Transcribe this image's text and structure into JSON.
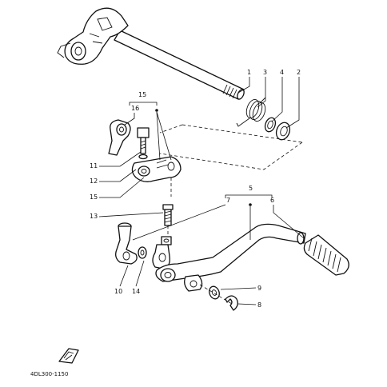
{
  "callouts": {
    "c1": "1",
    "c2": "2",
    "c3": "3",
    "c4": "4",
    "c5": "5",
    "c6": "6",
    "c7": "7",
    "c8": "8",
    "c9": "9",
    "c10": "10",
    "c11": "11",
    "c12": "12",
    "c13": "13",
    "c14": "14",
    "c15_top": "15",
    "c15_side": "15",
    "c16": "16"
  },
  "diagram_code": "4DL300-1150",
  "parts": [
    "shift-shaft",
    "shift-lever-1",
    "torsion-spring",
    "collar",
    "oil-seal",
    "shift-pedal-assembly",
    "pedal-rubber",
    "shift-rod-joint",
    "washer",
    "circlip",
    "bolt",
    "nut",
    "shift-rod",
    "rod-end",
    "shift-arm"
  ],
  "colors": {
    "ink": "#111111",
    "paper": "#ffffff"
  }
}
